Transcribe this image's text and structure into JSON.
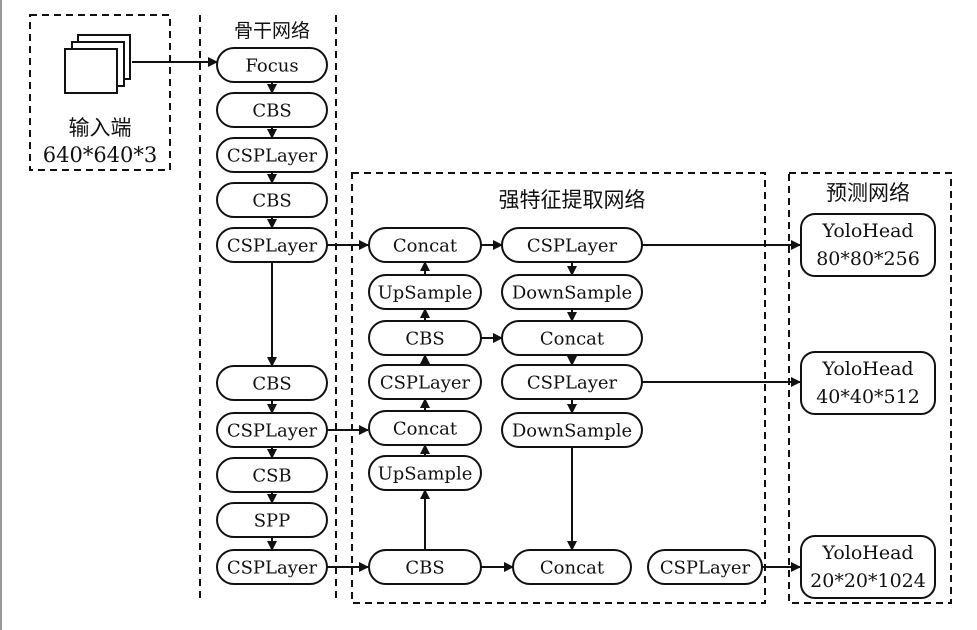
{
  "input": {
    "title": "输入端",
    "size": "640*640*3"
  },
  "backbone": {
    "title": "骨干网络",
    "nodes": [
      "Focus",
      "CBS",
      "CSPLayer",
      "CBS",
      "CSPLayer",
      "CBS",
      "CSPLayer",
      "CSB",
      "SPP",
      "CSPLayer"
    ]
  },
  "neck": {
    "title": "强特征提取网络",
    "col1": [
      "Concat",
      "UpSample",
      "CBS",
      "CSPLayer",
      "Concat",
      "UpSample",
      "CBS"
    ],
    "col2": [
      "CSPLayer",
      "DownSample",
      "Concat",
      "CSPLayer",
      "DownSample",
      "Concat"
    ],
    "extra": "CSPLayer"
  },
  "head": {
    "title": "预测网络",
    "heads": [
      {
        "name": "YoloHead",
        "size": "80*80*256"
      },
      {
        "name": "YoloHead",
        "size": "40*40*512"
      },
      {
        "name": "YoloHead",
        "size": "20*20*1024"
      }
    ]
  },
  "colors": {
    "line": "#111111",
    "background": "#ffffff"
  }
}
